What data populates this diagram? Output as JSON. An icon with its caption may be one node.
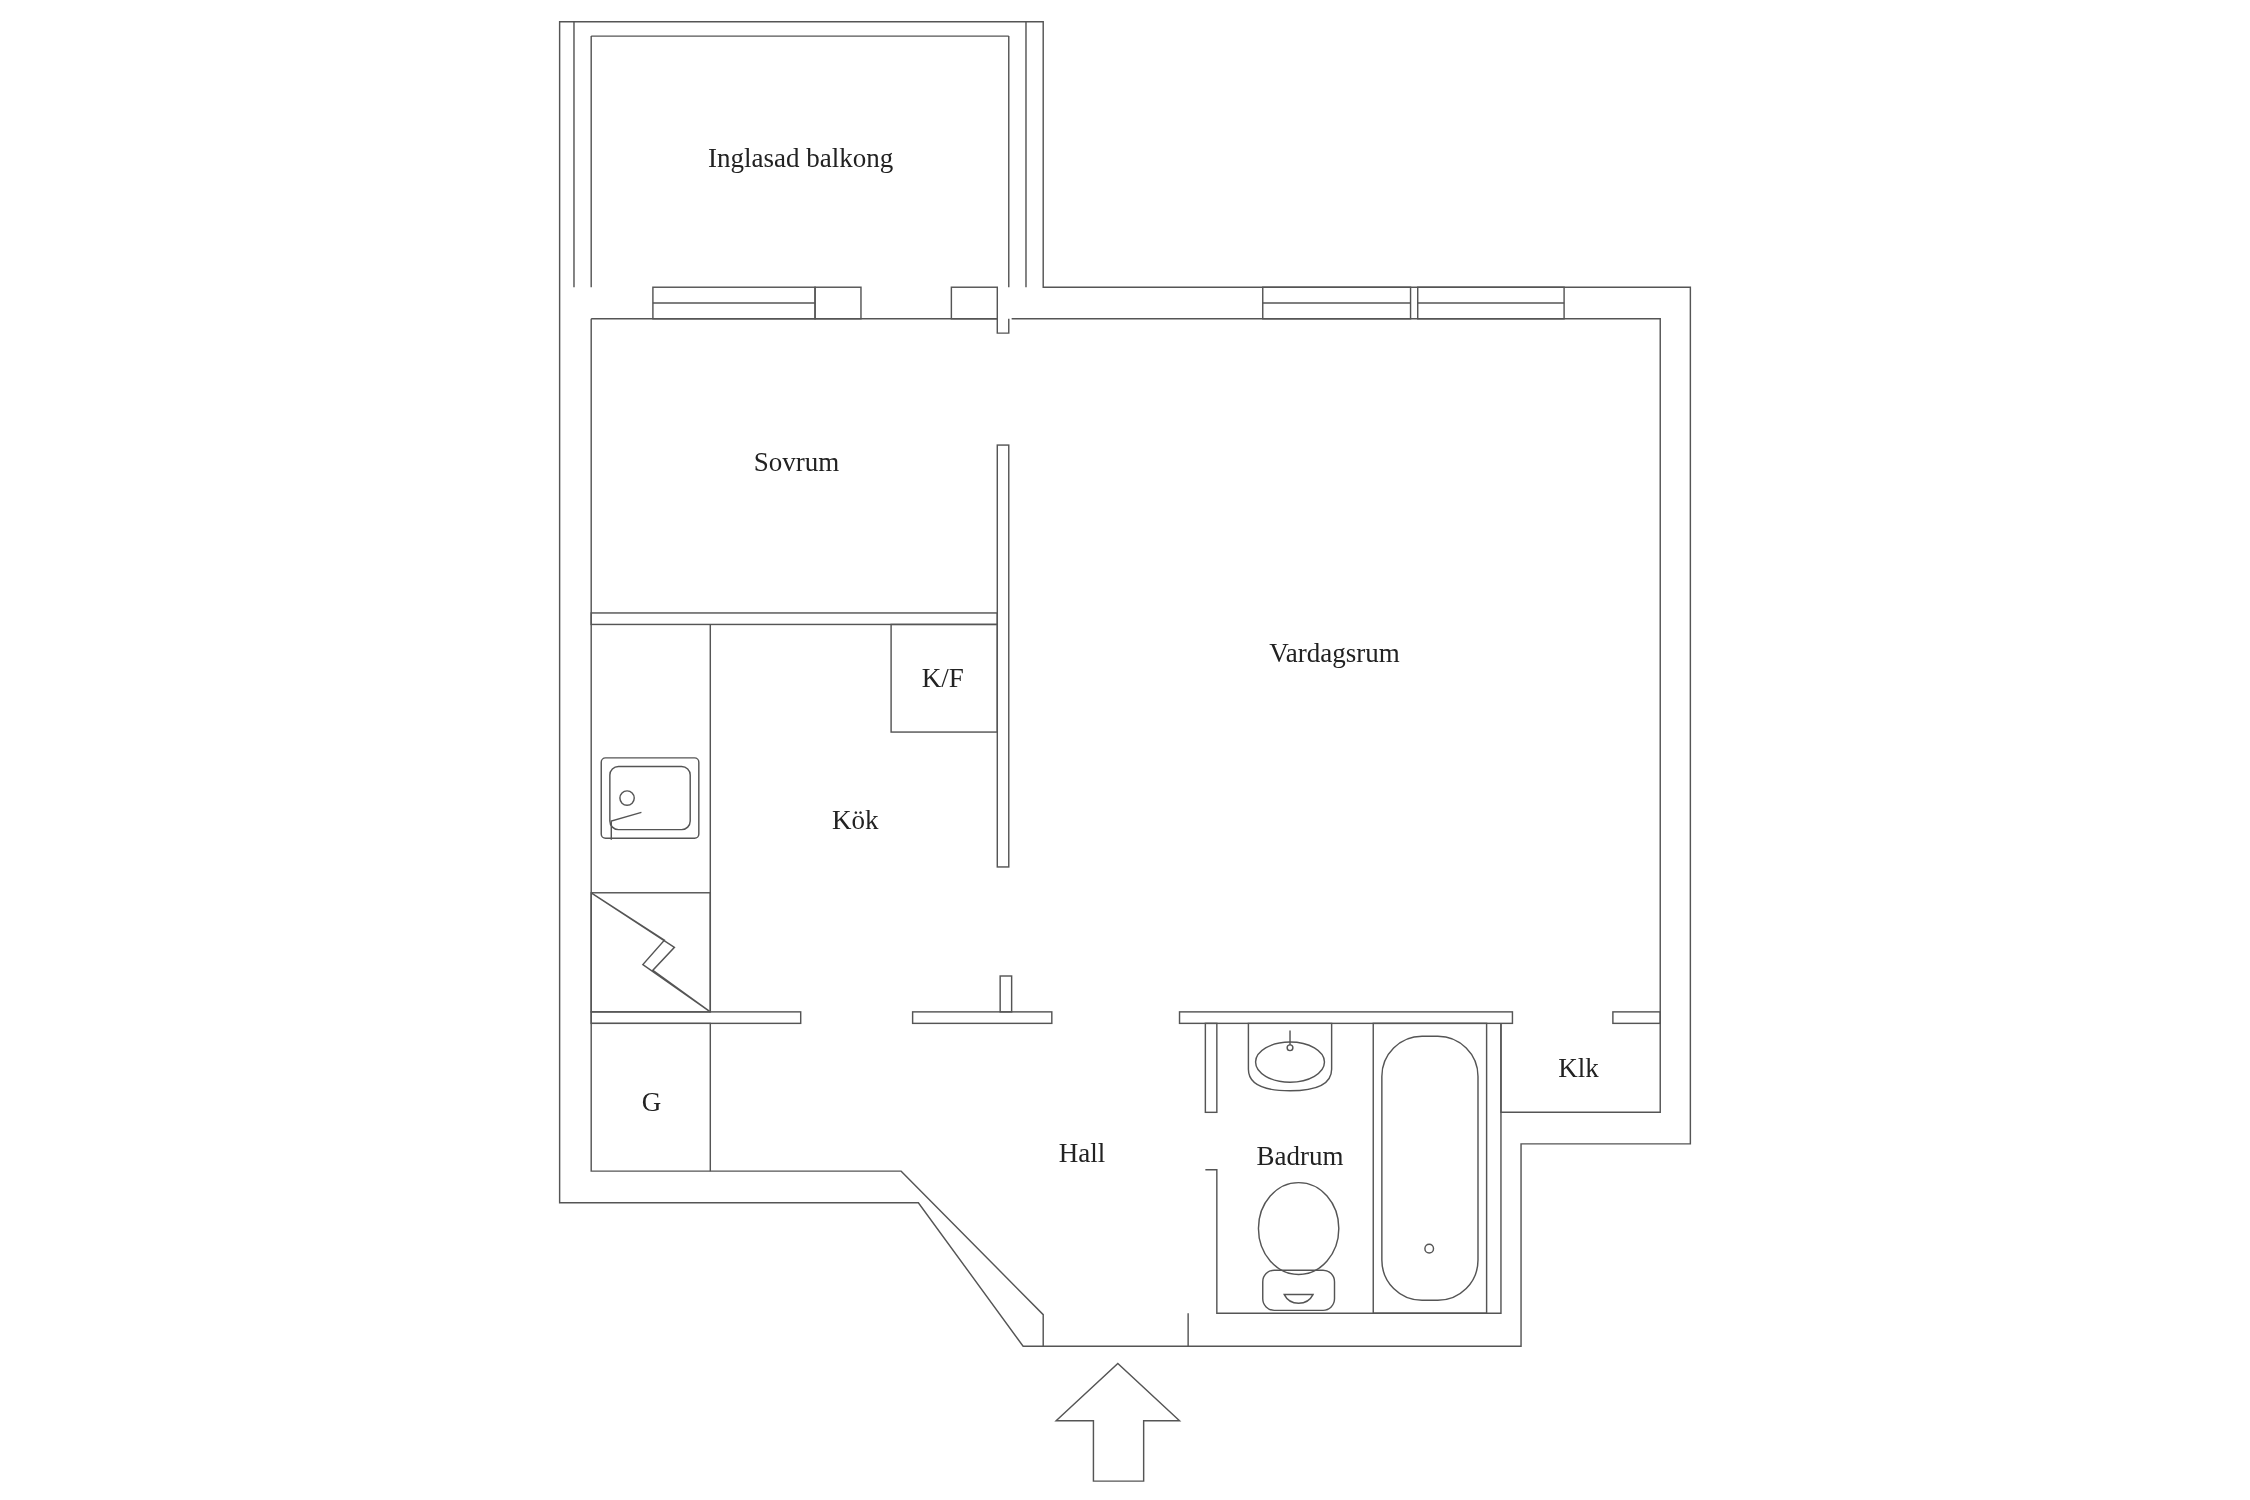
{
  "diagram": {
    "labels": [
      "Inglasad balkong",
      "Sovrum",
      "Vardagsrum",
      "K/F",
      "Kök",
      "Klk",
      "G",
      "Hall",
      "Badrum"
    ]
  }
}
